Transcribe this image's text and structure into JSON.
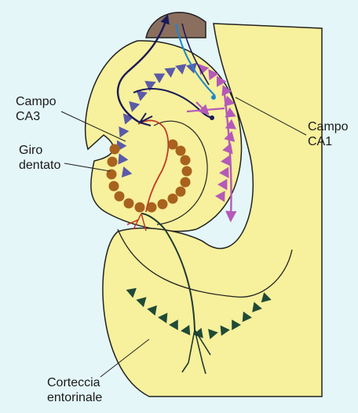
{
  "labels": {
    "ca3": [
      "Campo",
      "CA3"
    ],
    "dentate": [
      "Giro",
      "dentato"
    ],
    "ca1": [
      "Campo",
      "CA1"
    ],
    "entorhinal": [
      "Corteccia",
      "entorinale"
    ]
  },
  "colors": {
    "background": "#e4f6f8",
    "tissue": "#f7f09c",
    "outline": "#222222",
    "ca3_neurons": "#5a5aa8",
    "ca1_neurons": "#b45ab8",
    "dentate_cells": "#a8621e",
    "entorhinal_neurons": "#1f4a36",
    "fiber_blue": "#1e88cc",
    "fiber_navy": "#1a1a5a",
    "fiber_red": "#c03a2a",
    "fiber_green": "#1f3a30",
    "fimbria": "#8a6f5e"
  }
}
